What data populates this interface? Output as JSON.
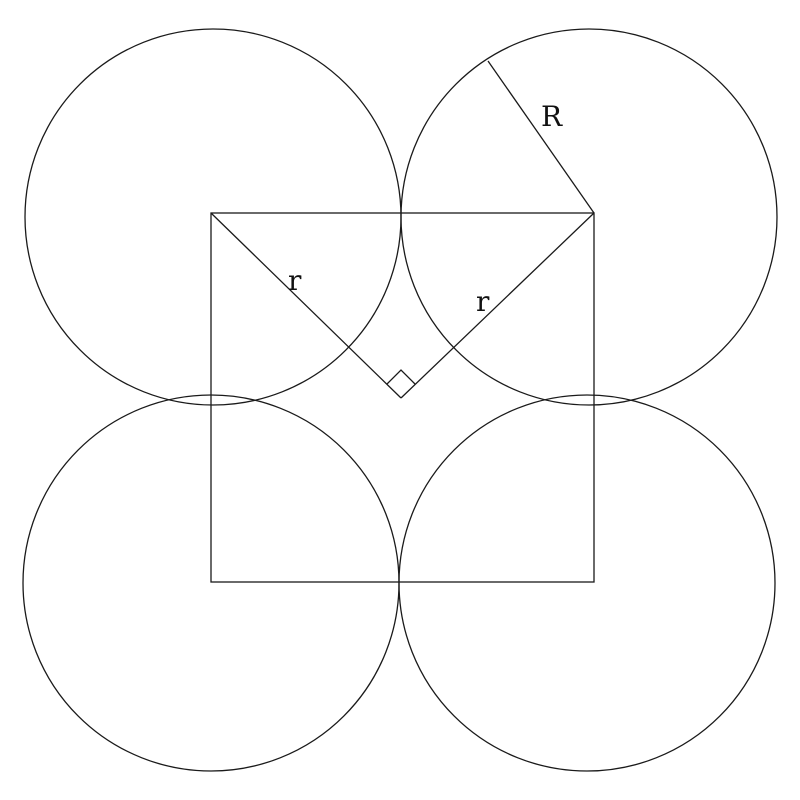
{
  "labels": {
    "outer_radius": "R",
    "inner_radius_left": "r",
    "inner_radius_right": "r"
  },
  "colors": {
    "stroke": "#1a1a1a",
    "text": "#111111",
    "background": "#ffffff"
  }
}
